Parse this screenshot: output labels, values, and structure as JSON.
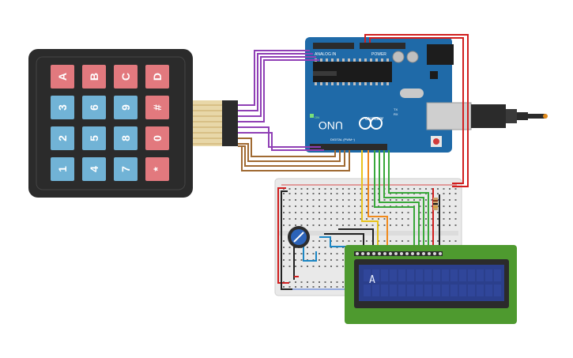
{
  "keypad": {
    "keys": [
      [
        "A",
        "B",
        "C",
        "D"
      ],
      [
        "3",
        "6",
        "9",
        "#"
      ],
      [
        "2",
        "5",
        "8",
        "0"
      ],
      [
        "1",
        "4",
        "7",
        "*"
      ]
    ],
    "colors": {
      "red_key": "#e2797e",
      "blue_key": "#71b3d6",
      "body": "#2b2b2b",
      "label": "#ffffff"
    }
  },
  "arduino": {
    "name": "UNO",
    "brand": "ARDUINO",
    "power_label": "POWER",
    "analog_label": "ANALOG IN",
    "digital_label": "DIGITAL (PWM~)",
    "on_label": "ON",
    "tx_label": "TX",
    "rx_label": "RX",
    "color": "#1f6aa8"
  },
  "lcd": {
    "display_text": "A",
    "colors": {
      "pcb": "#4e9a2f",
      "screen": "#2b3f8c",
      "text": "#e8eefc"
    }
  },
  "wire_colors": {
    "purple": "#8f3fb5",
    "brown": "#a06a32",
    "green": "#39a83a",
    "orange": "#f08a1c",
    "yellow": "#e8c31d",
    "red": "#d11f1f",
    "black": "#222222",
    "blue": "#1b86c4"
  }
}
